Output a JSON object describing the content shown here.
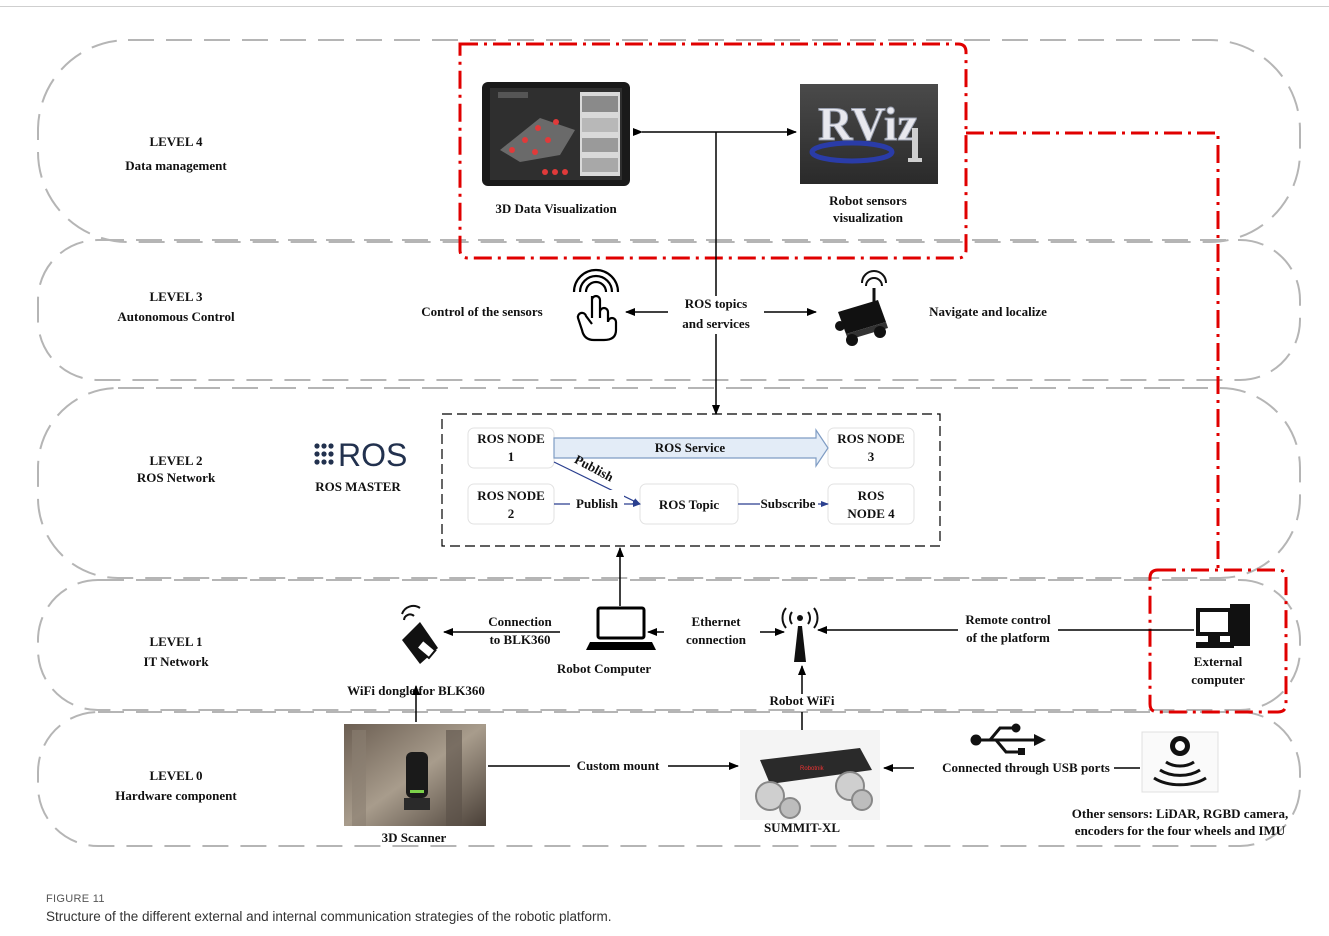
{
  "levels": [
    {
      "title": "LEVEL 4",
      "subtitle": "Data management"
    },
    {
      "title": "LEVEL 3",
      "subtitle": "Autonomous Control"
    },
    {
      "title": "LEVEL 2",
      "subtitle": "ROS Network"
    },
    {
      "title": "LEVEL 1",
      "subtitle": "IT Network"
    },
    {
      "title": "LEVEL 0",
      "subtitle": "Hardware component"
    }
  ],
  "level4": {
    "viz3d": "3D Data Visualization",
    "rviz_line1": "Robot sensors",
    "rviz_line2": "visualization",
    "rviz_logo": "RViz"
  },
  "level3": {
    "control": "Control of the sensors",
    "topics_line1": "ROS topics",
    "topics_line2": "and services",
    "navigate": "Navigate and localize"
  },
  "level2": {
    "logo": "ROS",
    "master": "ROS MASTER",
    "node1": [
      "ROS NODE",
      "1"
    ],
    "node2": [
      "ROS NODE",
      "2"
    ],
    "node3": [
      "ROS NODE",
      "3"
    ],
    "node4": [
      "ROS",
      "NODE 4"
    ],
    "service": "ROS Service",
    "topic": "ROS Topic",
    "publish_diag": "Publish",
    "publish": "Publish",
    "subscribe": "Subscribe"
  },
  "level1": {
    "connection": [
      "Connection",
      "to BLK360"
    ],
    "robot_computer": "Robot Computer",
    "ethernet": [
      "Ethernet",
      "connection"
    ],
    "remote": [
      "Remote control",
      "of the platform"
    ],
    "external": [
      "External",
      "computer"
    ],
    "wifi_dongle": "WiFi dongle for BLK360",
    "robot_wifi": "Robot WiFi"
  },
  "level0": {
    "scanner": "3D Scanner",
    "custom_mount": "Custom mount",
    "summit": "SUMMIT-XL",
    "usb": "Connected through USB ports",
    "other_sensors": [
      "Other sensors: LiDAR,  RGBD camera,",
      "encoders for the four wheels and IMU"
    ],
    "robot_brand": "Robotnik"
  },
  "caption": {
    "figure": "FIGURE 11",
    "text": "Structure of the different external and internal communication strategies of the robotic platform."
  },
  "colors": {
    "highlight_red": "#e00000",
    "band_gray": "#b5b5b5",
    "service_arrow_fill": "#e3ecf7",
    "service_arrow_stroke": "#7f9cc4"
  }
}
